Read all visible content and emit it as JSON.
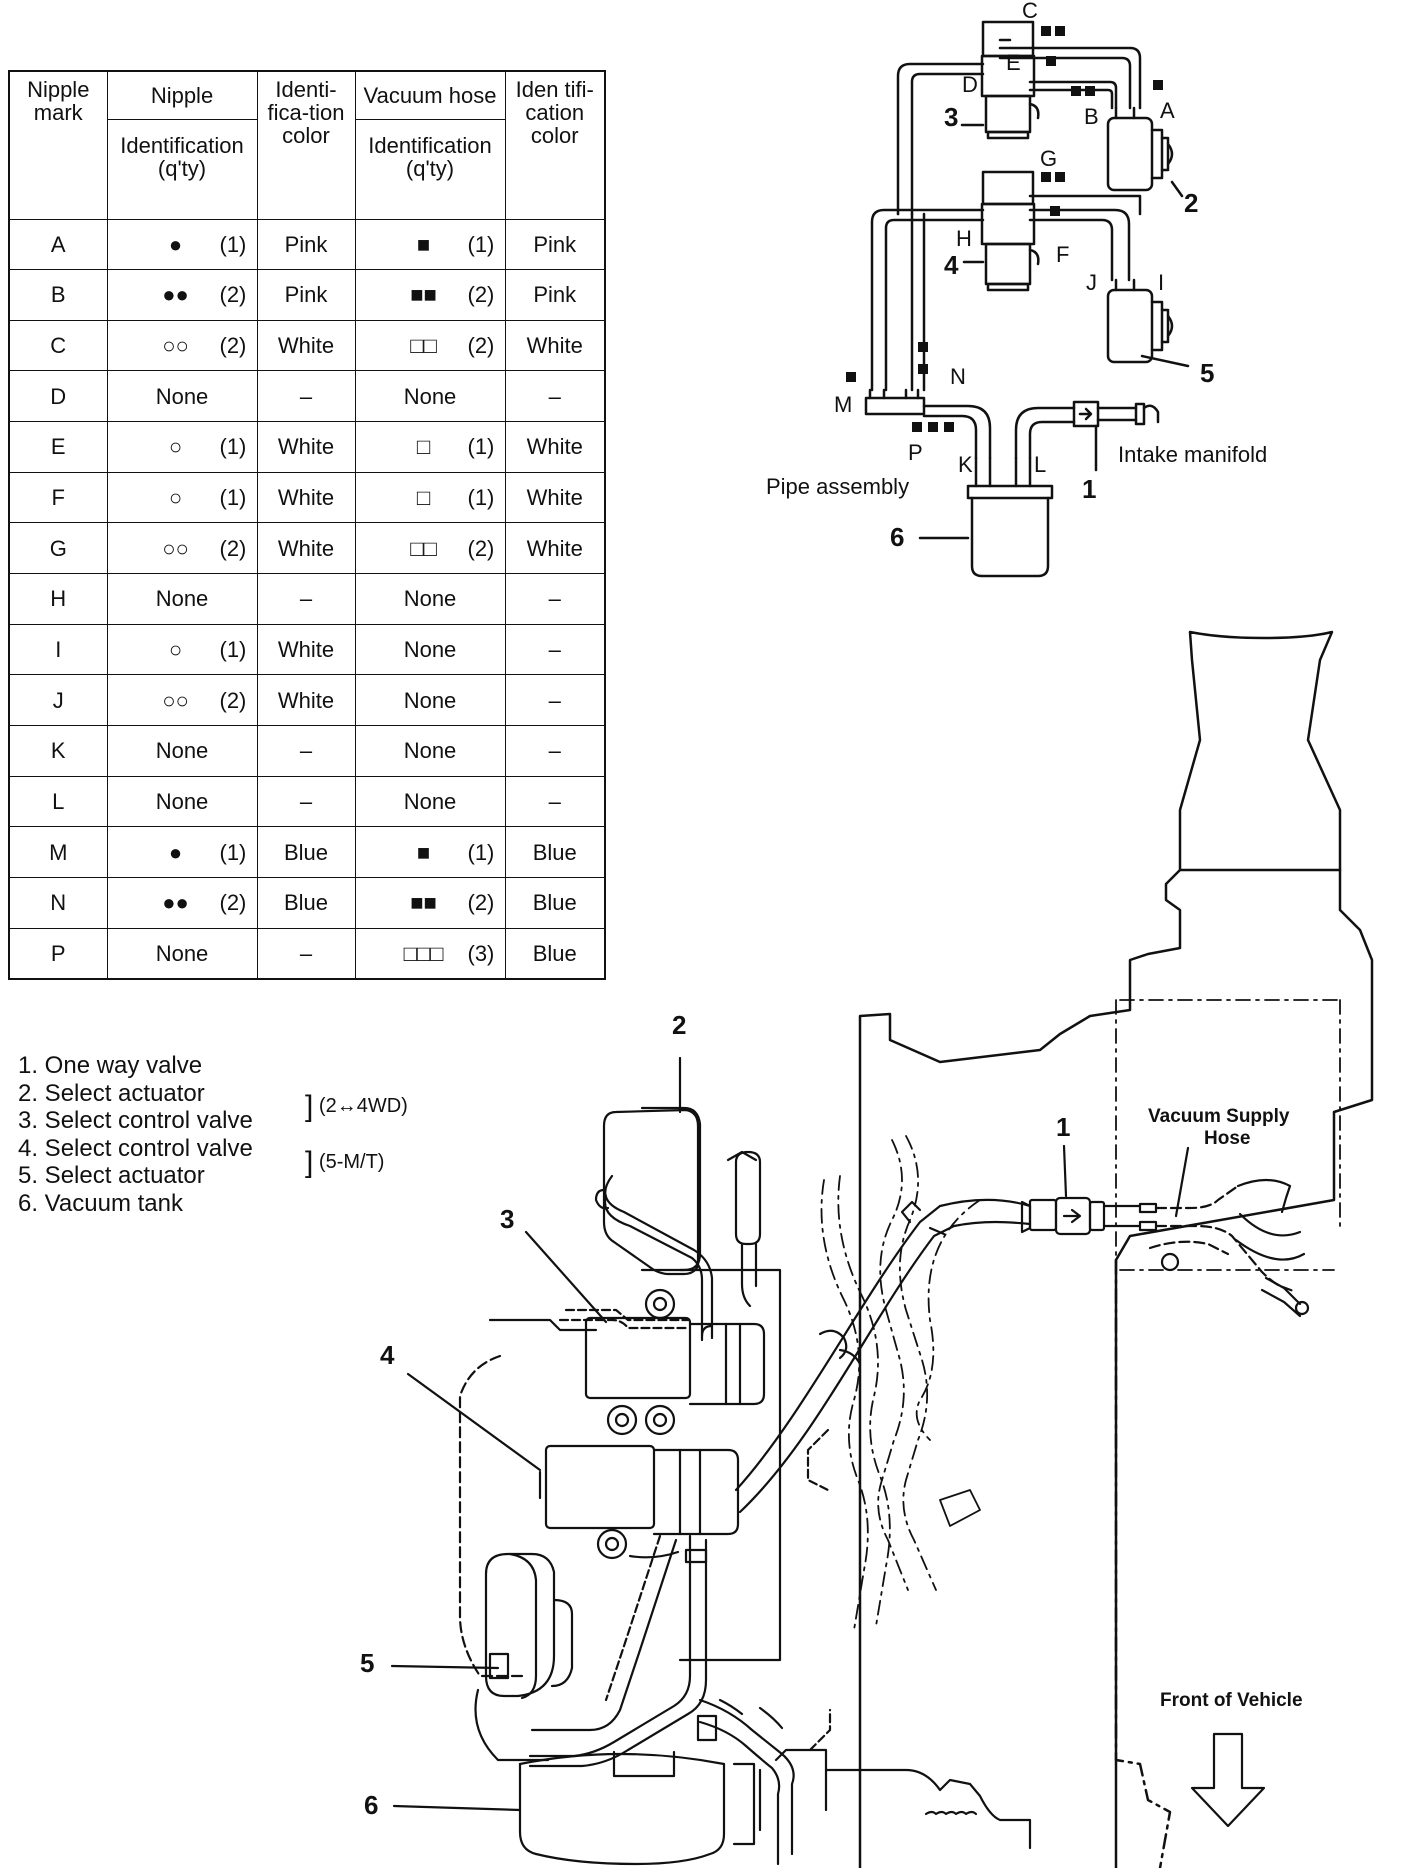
{
  "table": {
    "headers": {
      "nipple_mark": "Nipple mark",
      "nipple": "Nipple",
      "nipple_id": "Identification (q'ty)",
      "id_color": "Identi-fica-tion color",
      "vacuum_hose": "Vacuum hose",
      "hose_id": "Identification (q'ty)",
      "hose_color": "Iden tifi-cation color"
    },
    "rows": [
      {
        "mark": "A",
        "nipple_sym": "●",
        "nipple_qty": "(1)",
        "nipple_color": "Pink",
        "hose_sym": "■",
        "hose_qty": "(1)",
        "hose_color": "Pink"
      },
      {
        "mark": "B",
        "nipple_sym": "●●",
        "nipple_qty": "(2)",
        "nipple_color": "Pink",
        "hose_sym": "■■",
        "hose_qty": "(2)",
        "hose_color": "Pink"
      },
      {
        "mark": "C",
        "nipple_sym": "○○",
        "nipple_qty": "(2)",
        "nipple_color": "White",
        "hose_sym": "□□",
        "hose_qty": "(2)",
        "hose_color": "White"
      },
      {
        "mark": "D",
        "nipple_none": "None",
        "nipple_color": "–",
        "hose_none": "None",
        "hose_color": "–"
      },
      {
        "mark": "E",
        "nipple_sym": "○",
        "nipple_qty": "(1)",
        "nipple_color": "White",
        "hose_sym": "□",
        "hose_qty": "(1)",
        "hose_color": "White"
      },
      {
        "mark": "F",
        "nipple_sym": "○",
        "nipple_qty": "(1)",
        "nipple_color": "White",
        "hose_sym": "□",
        "hose_qty": "(1)",
        "hose_color": "White"
      },
      {
        "mark": "G",
        "nipple_sym": "○○",
        "nipple_qty": "(2)",
        "nipple_color": "White",
        "hose_sym": "□□",
        "hose_qty": "(2)",
        "hose_color": "White"
      },
      {
        "mark": "H",
        "nipple_none": "None",
        "nipple_color": "–",
        "hose_none": "None",
        "hose_color": "–"
      },
      {
        "mark": "I",
        "nipple_sym": "○",
        "nipple_qty": "(1)",
        "nipple_color": "White",
        "hose_none": "None",
        "hose_color": "–"
      },
      {
        "mark": "J",
        "nipple_sym": "○○",
        "nipple_qty": "(2)",
        "nipple_color": "White",
        "hose_none": "None",
        "hose_color": "–"
      },
      {
        "mark": "K",
        "nipple_none": "None",
        "nipple_color": "–",
        "hose_none": "None",
        "hose_color": "–"
      },
      {
        "mark": "L",
        "nipple_none": "None",
        "nipple_color": "–",
        "hose_none": "None",
        "hose_color": "–"
      },
      {
        "mark": "M",
        "nipple_sym": "●",
        "nipple_qty": "(1)",
        "nipple_color": "Blue",
        "hose_sym": "■",
        "hose_qty": "(1)",
        "hose_color": "Blue"
      },
      {
        "mark": "N",
        "nipple_sym": "●●",
        "nipple_qty": "(2)",
        "nipple_color": "Blue",
        "hose_sym": "■■",
        "hose_qty": "(2)",
        "hose_color": "Blue"
      },
      {
        "mark": "P",
        "nipple_none": "None",
        "nipple_color": "–",
        "hose_sym": "□□□",
        "hose_qty": "(3)",
        "hose_color": "Blue"
      }
    ]
  },
  "legend": {
    "items": [
      "1. One way valve",
      "2. Select actuator",
      "3. Select control valve",
      "4. Select control valve",
      "5. Select actuator",
      "6. Vacuum tank"
    ],
    "group1_note": "(2↔4WD)",
    "group2_note": "(5-M/T)"
  },
  "schematic": {
    "letters": [
      "A",
      "B",
      "C",
      "D",
      "E",
      "F",
      "G",
      "H",
      "I",
      "J",
      "K",
      "L",
      "M",
      "N",
      "P"
    ],
    "numbers": [
      "1",
      "2",
      "3",
      "4",
      "5",
      "6"
    ],
    "pipe_assembly": "Pipe assembly",
    "intake_manifold": "Intake manifold"
  },
  "illustration": {
    "vacuum_supply_hose": "Vacuum Supply Hose",
    "front_of_vehicle": "Front of Vehicle",
    "numbers": [
      "1",
      "2",
      "3",
      "4",
      "5",
      "6"
    ]
  },
  "colors": {
    "line": "#111111"
  }
}
